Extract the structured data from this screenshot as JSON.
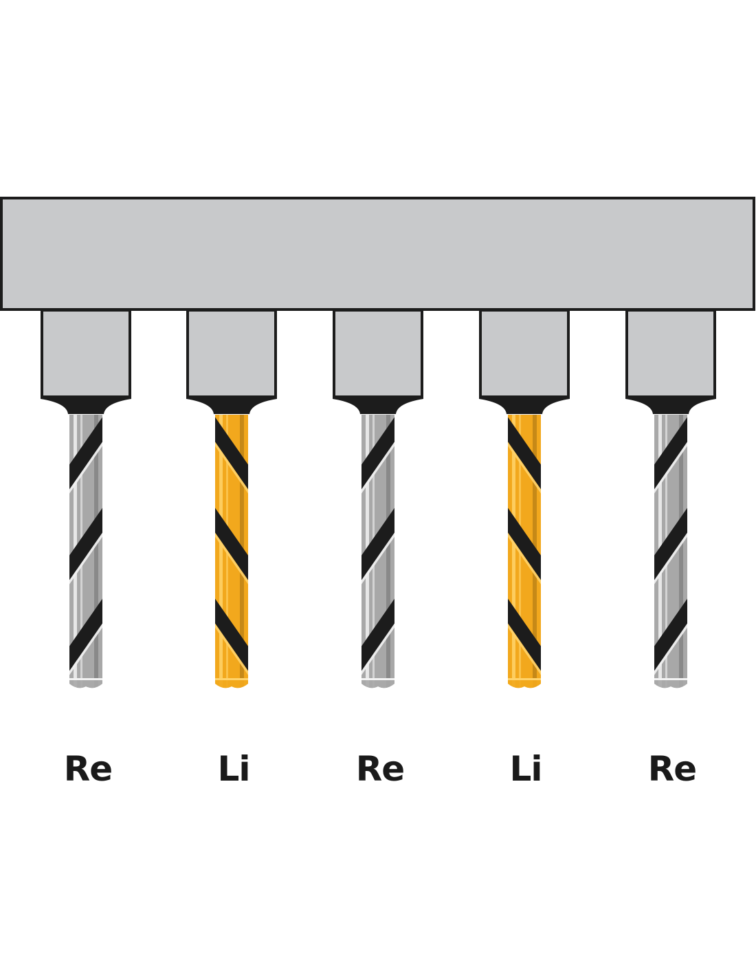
{
  "colors": {
    "housing_fill": "#c8c9cb",
    "housing_stroke": "#1c1c1c",
    "flute_dark": "#1c1c1c",
    "right_hand_metal": "#a8a8a8",
    "right_hand_highlight": "#f2f2f2",
    "left_hand_metal": "#f2a81d",
    "left_hand_highlight": "#ffd36b",
    "label_text": "#1a1a1a"
  },
  "spindles": [
    {
      "label": "Re",
      "rotation": "right",
      "finish": "silver"
    },
    {
      "label": "Li",
      "rotation": "left",
      "finish": "gold"
    },
    {
      "label": "Re",
      "rotation": "right",
      "finish": "silver"
    },
    {
      "label": "Li",
      "rotation": "left",
      "finish": "gold"
    },
    {
      "label": "Re",
      "rotation": "right",
      "finish": "silver"
    }
  ]
}
